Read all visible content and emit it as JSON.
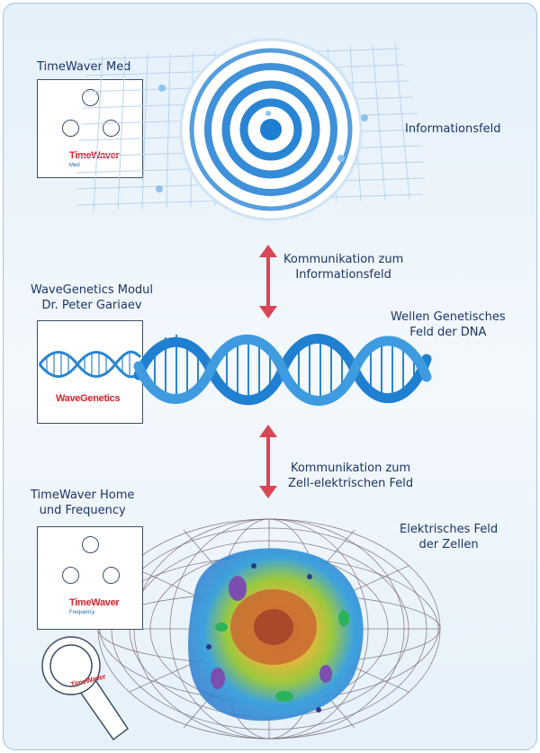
{
  "colors": {
    "text": "#1b3566",
    "arrow": "#d94656",
    "wave": "#2a86d0",
    "brand_red": "#d4232f",
    "brand_blue": "#1f5fa8",
    "mesh": "#6d5a6a"
  },
  "sections": {
    "med": {
      "device_title": "TimeWaver Med",
      "brand": "TimeWaver",
      "brand_sub": "Med",
      "field_label": "Informationsfeld"
    },
    "arrow1": {
      "label": "Kommunikation zum\nInformationsfeld"
    },
    "genetics": {
      "device_title": "WaveGenetics Modul\nDr. Peter Gariaev",
      "brand": "WaveGenetics",
      "field_label": "Wellen Genetisches\nFeld der DNA"
    },
    "arrow2": {
      "label": "Kommunikation zum\nZell-elektrischen Feld"
    },
    "home": {
      "device_title": "TimeWaver Home\nund Frequency",
      "brand": "TimeWaver",
      "brand_sub": "Frequency",
      "field_label": "Elektrisches Feld\nder Zellen",
      "probe_brand": "TimeWaver"
    }
  }
}
